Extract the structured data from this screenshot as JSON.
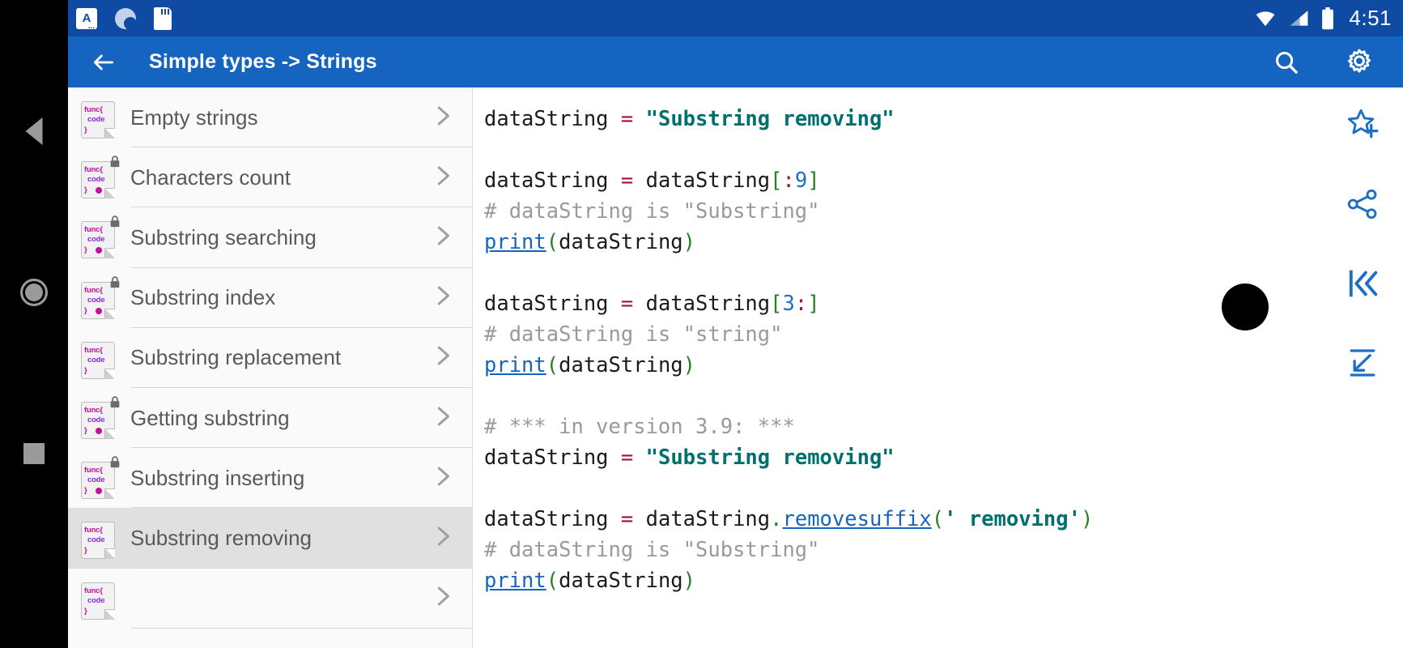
{
  "statusbar": {
    "time": "4:51",
    "icons": [
      "app-notification-icon",
      "sync-icon",
      "sd-card-icon",
      "wifi-icon",
      "signal-icon",
      "battery-icon"
    ],
    "bg": "#0f4ba3"
  },
  "appbar": {
    "back_label": "back-arrow",
    "title": "Simple types -> Strings",
    "search_label": "search-icon",
    "settings_label": "gear-icon",
    "bg": "#1565c0"
  },
  "navbar": {
    "back": "back-triangle",
    "home": "home-circle",
    "recents": "recents-square"
  },
  "sidebar": {
    "items": [
      {
        "label": "Empty strings",
        "locked": false,
        "dot": false,
        "selected": false
      },
      {
        "label": "Characters count",
        "locked": true,
        "dot": true,
        "selected": false
      },
      {
        "label": "Substring searching",
        "locked": true,
        "dot": true,
        "selected": false
      },
      {
        "label": "Substring index",
        "locked": true,
        "dot": true,
        "selected": false
      },
      {
        "label": "Substring replacement",
        "locked": false,
        "dot": false,
        "selected": false
      },
      {
        "label": "Getting substring",
        "locked": true,
        "dot": true,
        "selected": false
      },
      {
        "label": "Substring inserting",
        "locked": true,
        "dot": true,
        "selected": false
      },
      {
        "label": "Substring removing",
        "locked": false,
        "dot": false,
        "selected": true
      },
      {
        "label": "",
        "locked": false,
        "dot": false,
        "selected": false
      }
    ],
    "icon_lines": {
      "l1": "func{",
      "l2": "code",
      "l3": "}"
    }
  },
  "code": {
    "language": "python",
    "lines": [
      {
        "tokens": [
          {
            "t": "dataString ",
            "c": "plain"
          },
          {
            "t": "=",
            "c": "op"
          },
          {
            "t": " ",
            "c": "plain"
          },
          {
            "t": "\"Substring removing\"",
            "c": "str"
          }
        ]
      },
      {
        "tokens": []
      },
      {
        "tokens": [
          {
            "t": "dataString ",
            "c": "plain"
          },
          {
            "t": "=",
            "c": "op"
          },
          {
            "t": " dataString",
            "c": "plain"
          },
          {
            "t": "[",
            "c": "brk"
          },
          {
            "t": ":",
            "c": "op"
          },
          {
            "t": "9",
            "c": "num"
          },
          {
            "t": "]",
            "c": "brk"
          }
        ]
      },
      {
        "tokens": [
          {
            "t": "# dataString is \"Substring\"",
            "c": "cmt"
          }
        ]
      },
      {
        "tokens": [
          {
            "t": "print",
            "c": "fn"
          },
          {
            "t": "(",
            "c": "brk"
          },
          {
            "t": "dataString",
            "c": "plain"
          },
          {
            "t": ")",
            "c": "brk"
          }
        ]
      },
      {
        "tokens": []
      },
      {
        "tokens": [
          {
            "t": "dataString ",
            "c": "plain"
          },
          {
            "t": "=",
            "c": "op"
          },
          {
            "t": " dataString",
            "c": "plain"
          },
          {
            "t": "[",
            "c": "brk"
          },
          {
            "t": "3",
            "c": "num"
          },
          {
            "t": ":",
            "c": "op"
          },
          {
            "t": "]",
            "c": "brk"
          }
        ]
      },
      {
        "tokens": [
          {
            "t": "# dataString is \"string\"",
            "c": "cmt"
          }
        ]
      },
      {
        "tokens": [
          {
            "t": "print",
            "c": "fn"
          },
          {
            "t": "(",
            "c": "brk"
          },
          {
            "t": "dataString",
            "c": "plain"
          },
          {
            "t": ")",
            "c": "brk"
          }
        ]
      },
      {
        "tokens": []
      },
      {
        "tokens": [
          {
            "t": "# *** in version 3.9: ***",
            "c": "cmt"
          }
        ]
      },
      {
        "tokens": [
          {
            "t": "dataString ",
            "c": "plain"
          },
          {
            "t": "=",
            "c": "op"
          },
          {
            "t": " ",
            "c": "plain"
          },
          {
            "t": "\"Substring removing\"",
            "c": "str"
          }
        ]
      },
      {
        "tokens": []
      },
      {
        "tokens": [
          {
            "t": "dataString ",
            "c": "plain"
          },
          {
            "t": "=",
            "c": "op"
          },
          {
            "t": " dataString",
            "c": "plain"
          },
          {
            "t": ".",
            "c": "dot"
          },
          {
            "t": "removesuffix",
            "c": "fn"
          },
          {
            "t": "(",
            "c": "brk"
          },
          {
            "t": "' removing'",
            "c": "str"
          },
          {
            "t": ")",
            "c": "brk"
          }
        ]
      },
      {
        "tokens": [
          {
            "t": "# dataString is \"Substring\"",
            "c": "cmt"
          }
        ]
      },
      {
        "tokens": [
          {
            "t": "print",
            "c": "fn"
          },
          {
            "t": "(",
            "c": "brk"
          },
          {
            "t": "dataString",
            "c": "plain"
          },
          {
            "t": ")",
            "c": "brk"
          }
        ]
      }
    ]
  },
  "rail": {
    "buttons": [
      {
        "name": "add-to-favorites-icon"
      },
      {
        "name": "share-icon"
      },
      {
        "name": "skip-to-start-icon"
      },
      {
        "name": "collapse-down-left-icon"
      }
    ],
    "accent": "#1e6fc4"
  }
}
